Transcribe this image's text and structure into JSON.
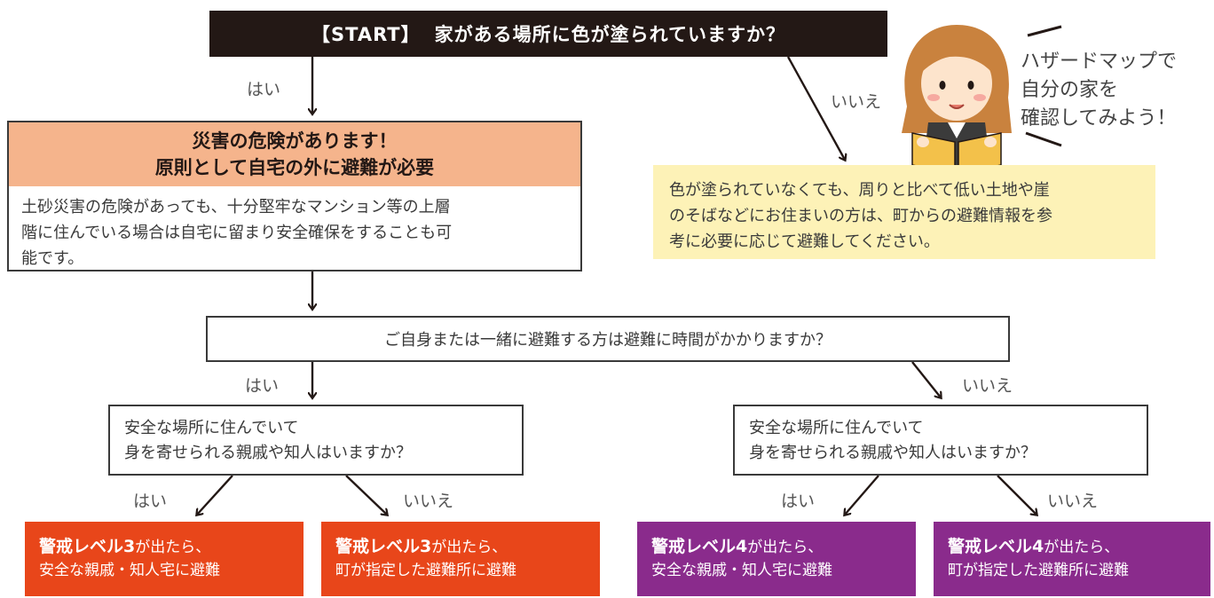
{
  "start": {
    "tag": "【START】",
    "question": "家がある場所に色が塗られていますか？"
  },
  "labels": {
    "yes": "はい",
    "no": "いいえ"
  },
  "danger": {
    "title_line1": "災害の危険があります！",
    "title_line2": "原則として自宅の外に避難が必要",
    "body_line1": "土砂災害の危険があっても、十分堅牢なマンション等の上層",
    "body_line2": "階に住んでいる場合は自宅に留まり安全確保をすることも可",
    "body_line3": "能です。",
    "head_color": "#f5b48c"
  },
  "note": {
    "line1": "色が塗られていなくても、周りと比べて低い土地や崖",
    "line2": "のそばなどにお住まいの方は、町からの避難情報を参",
    "line3": "考に必要に応じて避難してください。",
    "color": "#fdf2b7"
  },
  "speech": {
    "line1": "ハザードマップで",
    "line2": "自分の家を",
    "line3": "確認してみよう！"
  },
  "question2": "ご自身または一緒に避難する方は避難に時間がかかりますか？",
  "question3": {
    "line1": "安全な場所に住んでいて",
    "line2": "身を寄せられる親戚や知人はいますか？"
  },
  "results": {
    "level3_relatives": {
      "level": "警戒レベル3",
      "rest": "が出たら、",
      "line2": "安全な親戚・知人宅に避難"
    },
    "level3_shelter": {
      "level": "警戒レベル3",
      "rest": "が出たら、",
      "line2": "町が指定した避難所に避難"
    },
    "level4_relatives": {
      "level": "警戒レベル4",
      "rest": "が出たら、",
      "line2": "安全な親戚・知人宅に避難"
    },
    "level4_shelter": {
      "level": "警戒レベル4",
      "rest": "が出たら、",
      "line2": "町が指定した避難所に避難"
    }
  },
  "colors": {
    "level3": "#e8461a",
    "level4": "#8a2b8c",
    "start": "#231815"
  },
  "icons": {
    "character": "girl-reading-map-icon"
  }
}
